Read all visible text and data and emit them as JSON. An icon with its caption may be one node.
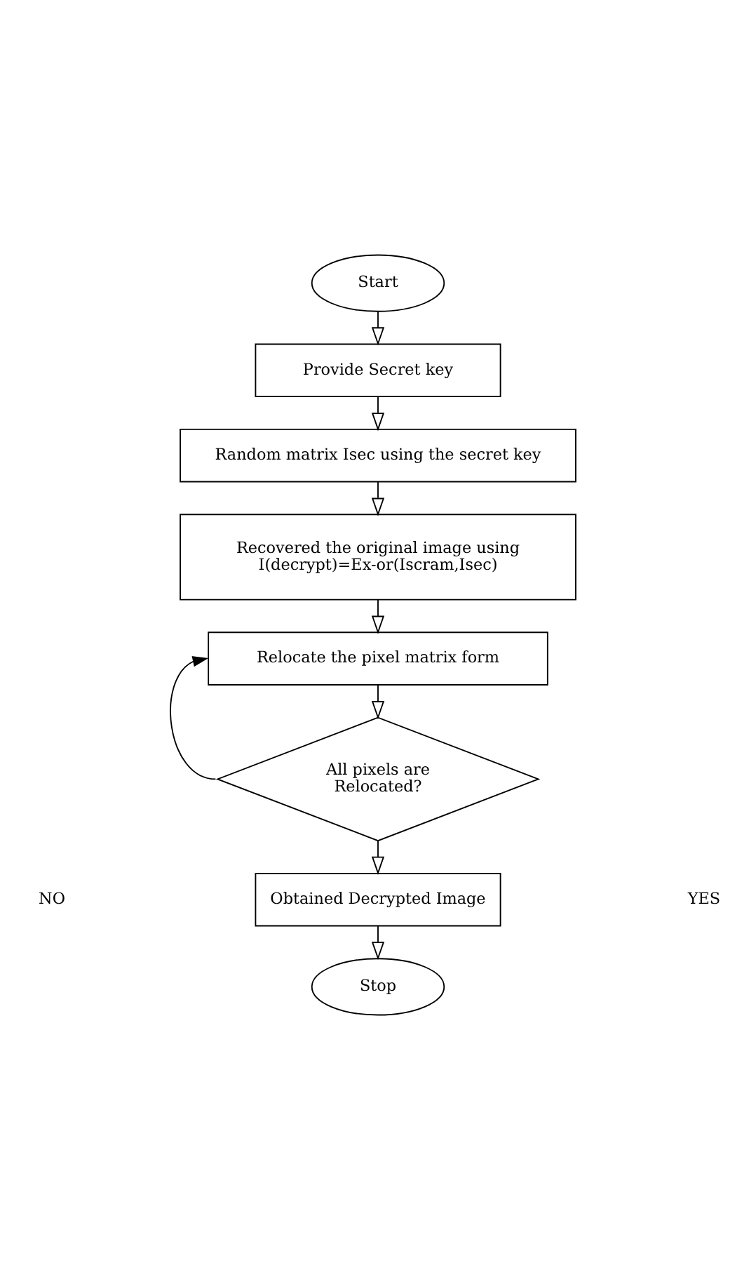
{
  "diagram": {
    "nodes": [
      {
        "text": [
          "Start"
        ]
      },
      {
        "text": [
          "Provide Secret key"
        ]
      },
      {
        "text": [
          "Random matrix Isec using the secret key"
        ]
      },
      {
        "text": [
          "Recovered the original image using I(decrypt)=Ex-or(Iscram,Isec)"
        ]
      },
      {
        "text": [
          "Relocate the pixel matrix form"
        ]
      },
      {
        "text": [
          "All pixels are Relocated?"
        ]
      },
      {
        "text": [
          "Obtained Decrypted Image"
        ]
      },
      {
        "text": [
          "Stop"
        ]
      }
    ],
    "edges": [
      {
        "from": 0,
        "to": 1,
        "arrow": "to"
      },
      {
        "from": 1,
        "to": 2,
        "arrow": "to"
      },
      {
        "from": 2,
        "to": 3,
        "arrow": "to"
      },
      {
        "from": 3,
        "to": 4,
        "arrow": "to"
      },
      {
        "from": 4,
        "to": 5,
        "arrow": "to"
      },
      {
        "from": 5,
        "to": 4,
        "arrow": "to"
      },
      {
        "from": 5,
        "to": 6,
        "arrow": "to"
      },
      {
        "from": 6,
        "to": 7,
        "arrow": "to"
      }
    ],
    "labels": [
      "NO",
      "YES"
    ]
  }
}
